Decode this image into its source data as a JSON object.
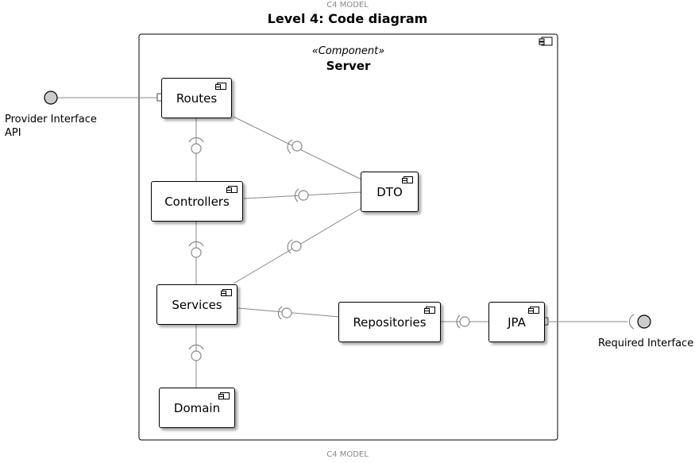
{
  "header": {
    "text": "C4 MODEL"
  },
  "title": "Level 4: Code diagram",
  "footer": {
    "text": "C4 MODEL"
  },
  "container": {
    "stereotype": "«Component»",
    "name": "Server"
  },
  "components": {
    "routes": "Routes",
    "controllers": "Controllers",
    "services": "Services",
    "domain": "Domain",
    "dto": "DTO",
    "repositories": "Repositories",
    "jpa": "JPA"
  },
  "interfaces": {
    "provider": {
      "line1": "Provider Interface",
      "line2": "API"
    },
    "required": "Required Interface"
  },
  "colors": {
    "line": "#888888",
    "border": "#000000",
    "interface_fill": "#cccccc"
  }
}
